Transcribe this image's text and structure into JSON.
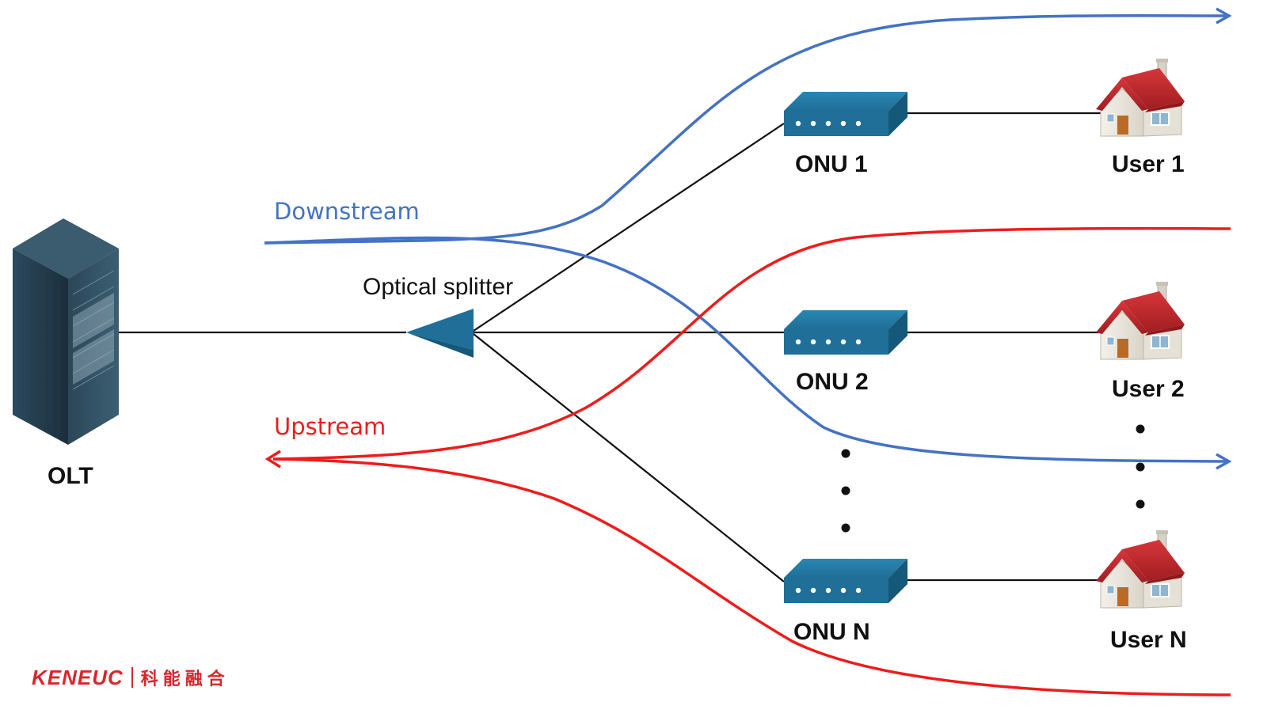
{
  "labels": {
    "olt": "OLT",
    "splitter": "Optical splitter",
    "downstream": "Downstream",
    "upstream": "Upstream",
    "onu1": "ONU 1",
    "onu2": "ONU 2",
    "onuN": "ONU N",
    "user1": "User 1",
    "user2": "User 2",
    "userN": "User N"
  },
  "logo": {
    "text": "KENEUC",
    "chinese": "科能融合"
  },
  "colors": {
    "downstream": "#4472c4",
    "upstream": "#ee1c1c",
    "device": "#1f6b93",
    "roof": "#c0282c",
    "logo": "#d7262b"
  }
}
